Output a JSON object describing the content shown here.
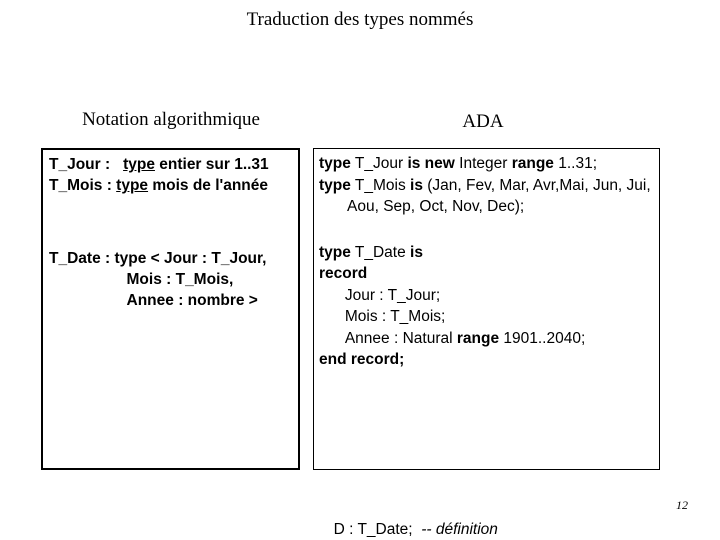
{
  "slide": {
    "title": "Traduction des types nommés",
    "page_number": "12",
    "text_color": "#000000",
    "background_color": "#ffffff",
    "border_color": "#000000"
  },
  "columns": {
    "left": {
      "header": "Notation algorithmique",
      "blocks": [
        {
          "lines": [
            [
              {
                "text": "T_Jour :   ",
                "style": "plain"
              },
              {
                "text": "type",
                "style": "underline"
              },
              {
                "text": " entier sur 1..31",
                "style": "plain"
              }
            ],
            [
              {
                "text": "T_Mois : ",
                "style": "plain"
              },
              {
                "text": "type",
                "style": "underline"
              },
              {
                "text": " mois de l'année",
                "style": "plain"
              }
            ]
          ]
        },
        {
          "lines": [
            [
              {
                "text": "T_Date : type < Jour : T_Jour,",
                "style": "plain"
              }
            ],
            [
              {
                "text": "                  Mois : T_Mois,",
                "style": "plain"
              }
            ],
            [
              {
                "text": "                  Annee : nombre >",
                "style": "plain"
              }
            ]
          ]
        }
      ]
    },
    "right": {
      "header": "ADA",
      "blocks": [
        {
          "lines": [
            [
              {
                "text": "type",
                "style": "keyword"
              },
              {
                "text": " T_Jour ",
                "style": "plain"
              },
              {
                "text": "is new",
                "style": "keyword"
              },
              {
                "text": " Integer ",
                "style": "plain"
              },
              {
                "text": "range",
                "style": "keyword"
              },
              {
                "text": " 1..31;",
                "style": "plain"
              }
            ],
            [
              {
                "text": "type",
                "style": "keyword"
              },
              {
                "text": " T_Mois ",
                "style": "plain"
              },
              {
                "text": "is",
                "style": "keyword"
              },
              {
                "text": " (Jan, Fev, Mar, Avr,Mai, Jun, Jui, Aou, Sep, Oct, Nov, Dec);",
                "style": "plain"
              }
            ]
          ]
        },
        {
          "lines": [
            [
              {
                "text": "type",
                "style": "keyword"
              },
              {
                "text": " T_Date ",
                "style": "plain"
              },
              {
                "text": "is",
                "style": "keyword"
              }
            ],
            [
              {
                "text": "record",
                "style": "keyword"
              }
            ],
            [
              {
                "text": "      Jour : T_Jour;",
                "style": "plain"
              }
            ],
            [
              {
                "text": "      Mois : T_Mois;",
                "style": "plain"
              }
            ],
            [
              {
                "text": "      Annee : Natural ",
                "style": "plain"
              },
              {
                "text": "range",
                "style": "keyword"
              },
              {
                "text": " 1901..2040;",
                "style": "plain"
              }
            ],
            [
              {
                "text": "end record;",
                "style": "keyword"
              }
            ]
          ]
        }
      ]
    }
  },
  "bottom": {
    "declaration": "D : T_Date;  ",
    "comment": "-- définition"
  }
}
